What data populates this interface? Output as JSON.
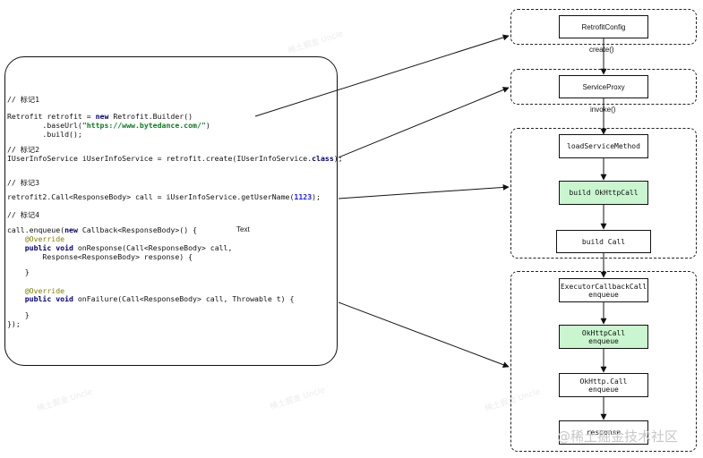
{
  "code": {
    "lines": [
      [
        {
          "t": "// 标记1",
          "c": ""
        }
      ],
      [
        {
          "t": "Retrofit retrofit = ",
          "c": ""
        },
        {
          "t": "new",
          "c": "kw"
        },
        {
          "t": " Retrofit.Builder()",
          "c": ""
        }
      ],
      [
        {
          "t": "        .baseUrl(",
          "c": ""
        },
        {
          "t": "\"https://www.bytedance.com/\"",
          "c": "str"
        },
        {
          "t": ")",
          "c": ""
        }
      ],
      [
        {
          "t": "        .build();",
          "c": ""
        }
      ],
      [
        {
          "t": "// 标记2",
          "c": ""
        }
      ],
      [
        {
          "t": "IUserInfoService iUserInfoService = retrofit.create(IUserInfoService.",
          "c": ""
        },
        {
          "t": "class",
          "c": "kw"
        },
        {
          "t": ");",
          "c": ""
        }
      ],
      [
        {
          "t": "// 标记3",
          "c": ""
        }
      ],
      [
        {
          "t": "retrofit2.Call<ResponseBody> call = iUserInfoService.getUserName(",
          "c": ""
        },
        {
          "t": "1123",
          "c": "num"
        },
        {
          "t": ");",
          "c": ""
        }
      ],
      [
        {
          "t": "// 标记4",
          "c": ""
        }
      ],
      [
        {
          "t": "call.enqueue(",
          "c": ""
        },
        {
          "t": "new",
          "c": "kw"
        },
        {
          "t": " Callback<ResponseBody>() {",
          "c": ""
        }
      ],
      [
        {
          "t": "    ",
          "c": ""
        },
        {
          "t": "@Override",
          "c": "ann"
        }
      ],
      [
        {
          "t": "    ",
          "c": ""
        },
        {
          "t": "public void",
          "c": "kw"
        },
        {
          "t": " onResponse(Call<ResponseBody> call,",
          "c": ""
        }
      ],
      [
        {
          "t": "        Response<ResponseBody> response) {",
          "c": ""
        }
      ],
      [
        {
          "t": "    }",
          "c": ""
        }
      ],
      [
        {
          "t": "    ",
          "c": ""
        },
        {
          "t": "@Override",
          "c": "ann"
        }
      ],
      [
        {
          "t": "    ",
          "c": ""
        },
        {
          "t": "public void",
          "c": "kw"
        },
        {
          "t": " onFailure(Call<ResponseBody> call, Throwable t) {",
          "c": ""
        }
      ],
      [
        {
          "t": "    }",
          "c": ""
        }
      ],
      [
        {
          "t": "});",
          "c": ""
        }
      ]
    ],
    "text_label": "Text"
  },
  "nodes": {
    "retrofit_config": "RetrofitConfig",
    "service_proxy": "ServiceProxy",
    "load_service_method": "loadServiceMethod",
    "build_okhttp_call": "build OkHttpCall",
    "build_call": "build Call",
    "executor_callback_call": "ExecutorCallbackCall\nenqueue",
    "okhttp_call": "OkHttpCall\nenqueue",
    "okhttp3_call": "OkHttp.Call\nenqueue",
    "response": "response"
  },
  "edge_labels": {
    "create": "create()",
    "invoke": "invoke()"
  },
  "watermark": "@稀土掘金技术社区",
  "ghost_marks": [
    "稀土掘金 Uncle"
  ],
  "colors": {
    "highlight_green": "#c9f5cf",
    "keyword": "#000080",
    "string": "#0a7d1f",
    "number": "#1a1aff",
    "annotation": "#808000"
  }
}
